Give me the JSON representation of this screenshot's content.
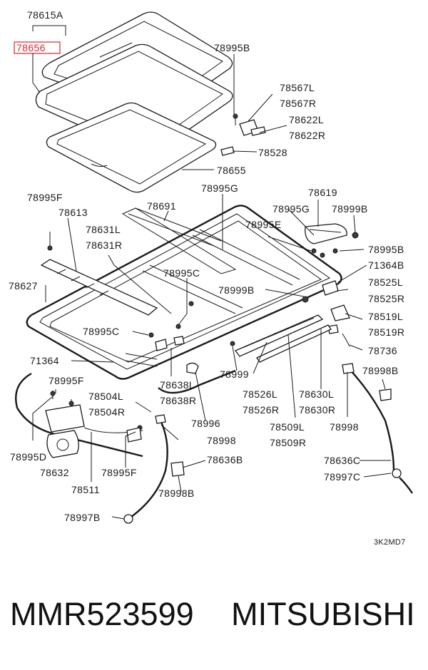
{
  "diagram_code": "3K2MD7",
  "highlight_color": "#d9262c",
  "highlighted_label": "78656",
  "labels": {
    "l78615A": "78615A",
    "l78995B": "78995B",
    "l78567L": "78567L",
    "l78567R": "78567R",
    "l78622L": "78622L",
    "l78622R": "78622R",
    "l78528": "78528",
    "l78655": "78655",
    "l78995F_a": "78995F",
    "l78613": "78613",
    "l78691": "78691",
    "l78995G_a": "78995G",
    "l78619": "78619",
    "l78995G_b": "78995G",
    "l78999B_a": "78999B",
    "l78631L": "78631L",
    "l78631R": "78631R",
    "l78995E": "78995E",
    "l78995B_b": "78995B",
    "l71364B": "71364B",
    "l78627": "78627",
    "l78995C_a": "78995C",
    "l78525L": "78525L",
    "l78525R": "78525R",
    "l78999B_b": "78999B",
    "l78519L": "78519L",
    "l78519R": "78519R",
    "l78995C_b": "78995C",
    "l78736": "78736",
    "l71364": "71364",
    "l78998B_a": "78998B",
    "l78999": "78999",
    "l78995F_b": "78995F",
    "l78638L": "78638L",
    "l78638R": "78638R",
    "l78526L": "78526L",
    "l78526R": "78526R",
    "l78630L": "78630L",
    "l78630R": "78630R",
    "l78504L": "78504L",
    "l78504R": "78504R",
    "l78996": "78996",
    "l78509L": "78509L",
    "l78509R": "78509R",
    "l78998_a": "78998",
    "l78998_b": "78998",
    "l78995D": "78995D",
    "l78636B": "78636B",
    "l78636C": "78636C",
    "l78632": "78632",
    "l78995F_c": "78995F",
    "l78997C": "78997C",
    "l78511": "78511",
    "l78998B_b": "78998B",
    "l78997B": "78997B"
  },
  "footer": {
    "part_number": "MMR523599",
    "brand": "MITSUBISHI"
  }
}
